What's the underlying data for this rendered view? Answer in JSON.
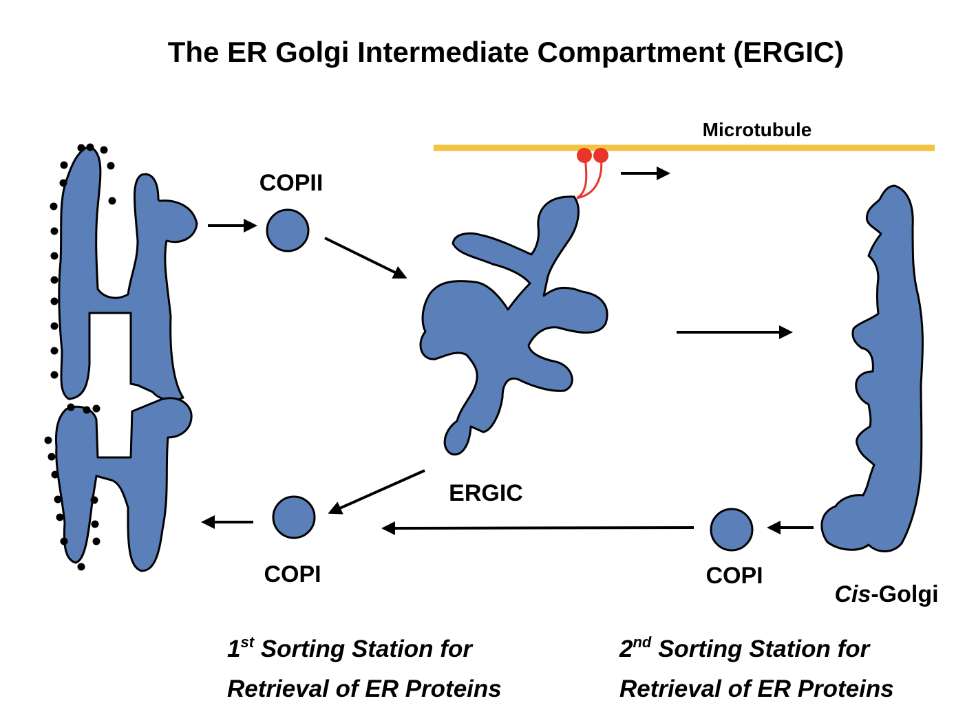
{
  "title": "The ER Golgi Intermediate Compartment (ERGIC)",
  "labels": {
    "microtubule": "Microtubule",
    "copii": "COPII",
    "ergic": "ERGIC",
    "copi_left": "COPI",
    "copi_right": "COPI",
    "cis_golgi_italic": "Cis",
    "cis_golgi_rest": "-Golgi"
  },
  "captions": {
    "first": {
      "num": "1",
      "sup": "st",
      "line1_rest": " Sorting Station for",
      "line2": "Retrieval of ER Proteins"
    },
    "second": {
      "num": "2",
      "sup": "nd",
      "line1_rest": " Sorting Station for",
      "line2": "Retrieval of ER Proteins"
    }
  },
  "colors": {
    "membrane_fill": "#5b7fb8",
    "outline": "#000000",
    "microtubule": "#f5c242",
    "motor_protein": "#e8352a",
    "ribosome": "#000000"
  }
}
